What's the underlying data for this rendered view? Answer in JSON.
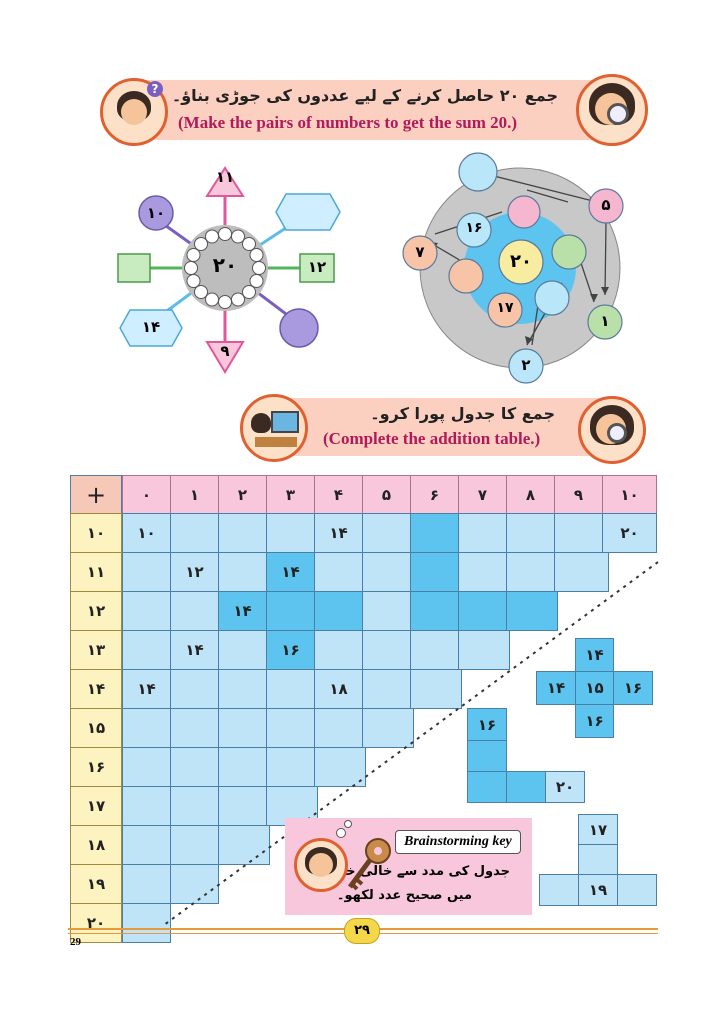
{
  "activity1": {
    "title_ur": "جمع ۲۰ حاصل کرنے کے لیے عددوں کی جوڑی بناؤ۔",
    "title_en": "(Make the pairs of numbers to get the sum 20.)"
  },
  "star": {
    "center": "۲۰",
    "top": "۱۱",
    "bottom": "۹",
    "left_circle": "۱۰",
    "right_square": "۱۲",
    "left_hexagon": "۱۴"
  },
  "rings": {
    "center": "۲۰",
    "inner_a": "۱۶",
    "inner_b": "۱۷",
    "outer_top_right": "۵",
    "outer_right": "۱",
    "outer_bottom": "۲",
    "outer_left": "۷"
  },
  "activity2": {
    "title_ur": "جمع کا جدول پورا کرو۔",
    "title_en": "(Complete the addition table.)"
  },
  "table": {
    "corner": "+",
    "columns": [
      "۰",
      "۱",
      "۲",
      "۳",
      "۴",
      "۵",
      "۶",
      "۷",
      "۸",
      "۹",
      "۱۰"
    ],
    "rows": [
      "۱۰",
      "۱۱",
      "۱۲",
      "۱۳",
      "۱۴",
      "۱۵",
      "۱۶",
      "۱۷",
      "۱۸",
      "۱۹",
      "۲۰"
    ],
    "r0c0": "۱۰",
    "r0c4": "۱۴",
    "r0c10": "۲۰",
    "r1c2": "۱۲",
    "r1c4": "۱۴",
    "r2c3": "۱۴",
    "r3c2": "۱۴",
    "r3c4": "۱۶",
    "r4c0": "۱۴",
    "r4c5": "۱۸"
  },
  "puzzles": {
    "cross_top": "۱۴",
    "cross_left": "۱۴",
    "cross_center": "۱۵",
    "cross_right": "۱۶",
    "cross_bottom": "۱۶",
    "l_top": "۱۶",
    "l_end": "۲۰",
    "t_top": "۱۷",
    "t_bottom": "۱۹"
  },
  "brainstorm": {
    "title": "Brainstorming key",
    "line1": "جدول کی مدد سے خالی خانوں",
    "line2": "میں صحیح عدد لکھو۔"
  },
  "footer": {
    "page_en": "29",
    "page_ur": "۲۹"
  },
  "colors": {
    "banner": "#fbd0c0",
    "cell": "#bfe3f7",
    "cell_dark": "#5cc4ef",
    "header_col": "#f9c7dc",
    "header_row": "#fdf3c0",
    "title_en": "#b01a5a"
  }
}
